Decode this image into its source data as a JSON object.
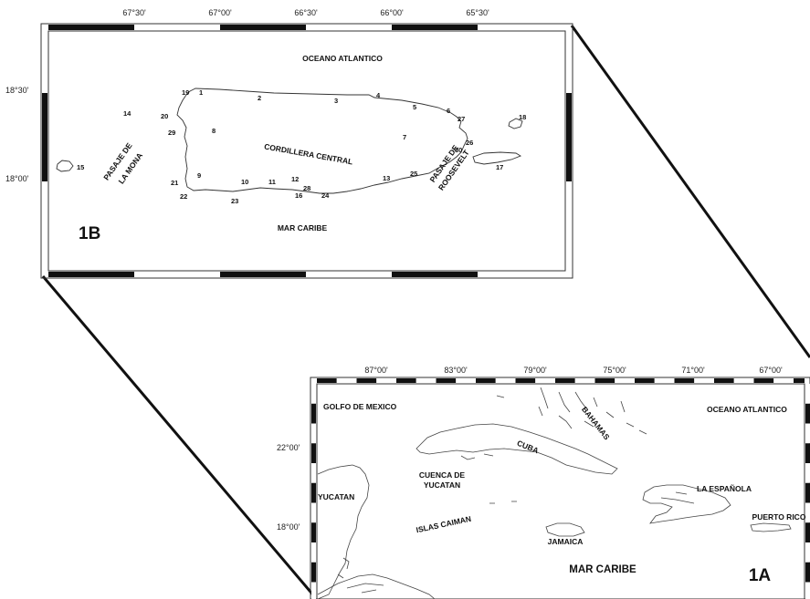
{
  "inset_1B": {
    "panel_label": "1B",
    "lon_ticks": [
      "67°30'",
      "67°00'",
      "66°30'",
      "66°00'",
      "65°30'"
    ],
    "lat_ticks": [
      "18°30'",
      "18°00'"
    ],
    "labels": {
      "atlantic": "OCEANO ATLANTICO",
      "caribbean": "MAR CARIBE",
      "cordillera": "CORDILLERA CENTRAL",
      "mona_line1": "PASAJE DE",
      "mona_line2": "LA MONA",
      "roosevelt_line1": "PASAJE DE",
      "roosevelt_line2": "ROOSEVELT"
    },
    "sites": [
      "1",
      "2",
      "3",
      "4",
      "5",
      "6",
      "7",
      "8",
      "9",
      "10",
      "11",
      "12",
      "13",
      "14",
      "15",
      "16",
      "17",
      "18",
      "19",
      "20",
      "21",
      "22",
      "23",
      "24",
      "25",
      "26",
      "27",
      "28",
      "29",
      "30"
    ]
  },
  "map_1A": {
    "panel_label": "1A",
    "lon_ticks": [
      "87°00'",
      "83°00'",
      "79°00'",
      "75°00'",
      "71°00'",
      "67°00'"
    ],
    "lat_ticks": [
      "22°00'",
      "18°00'"
    ],
    "labels": {
      "gulf": "GOLFO DE MEXICO",
      "atlantic": "OCEANO ATLANTICO",
      "bahamas": "BAHAMAS",
      "cuba": "CUBA",
      "yucatan_basin_line1": "CUENCA DE",
      "yucatan_basin_line2": "YUCATAN",
      "yucatan": "YUCATAN",
      "cayman": "ISLAS CAIMAN",
      "hispaniola": "LA ESPAÑOLA",
      "puerto_rico": "PUERTO RICO",
      "jamaica": "JAMAICA",
      "caribbean": "MAR CARIBE"
    }
  }
}
